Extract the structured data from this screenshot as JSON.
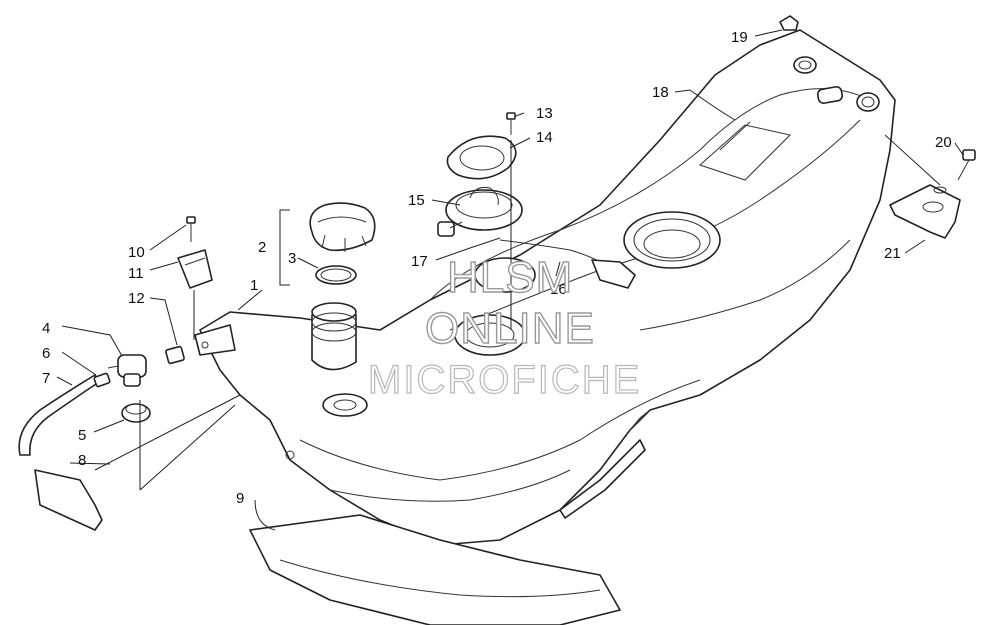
{
  "callouts": {
    "c1": "1",
    "c2": "2",
    "c3": "3",
    "c4": "4",
    "c5": "5",
    "c6": "6",
    "c7": "7",
    "c8": "8",
    "c9": "9",
    "c10": "10",
    "c11": "11",
    "c12": "12",
    "c13": "13",
    "c14": "14",
    "c15": "15",
    "c16": "16",
    "c17": "17",
    "c18": "18",
    "c19": "19",
    "c20": "20",
    "c21": "21"
  },
  "watermark": {
    "line1": "HLSM",
    "line2": "ONLINE",
    "line3": "MICROFICHE"
  }
}
